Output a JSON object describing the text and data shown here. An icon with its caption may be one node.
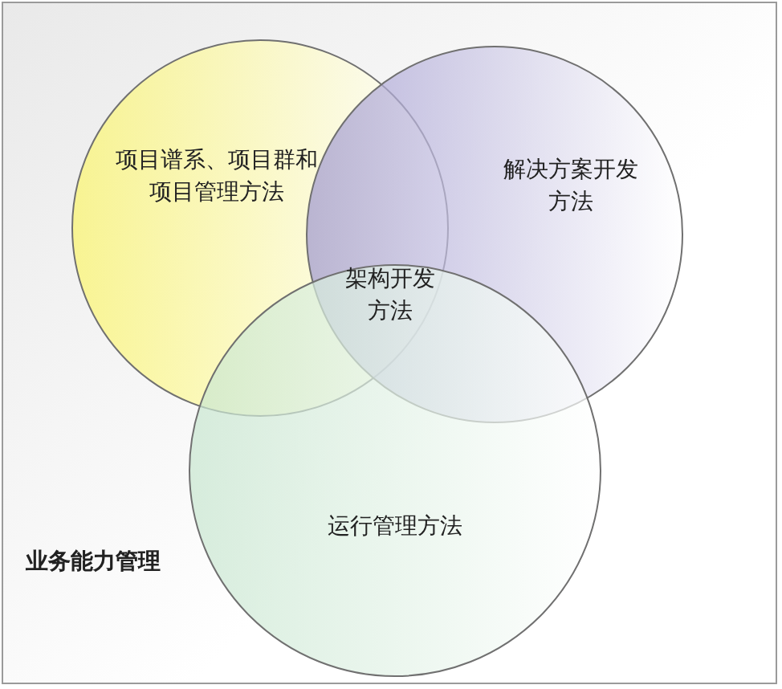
{
  "diagram": {
    "nodes": [
      {
        "text": [
          "业务能力管理"
        ]
      },
      {
        "text": [
          "项目谱系、项目群和项目管理方法"
        ],
        "in": 0
      },
      {
        "text": [
          "解决方案开发方法"
        ],
        "in": 0
      },
      {
        "text": [
          "运行管理方法"
        ],
        "in": 0
      }
    ],
    "edges": [],
    "labels": [
      "架构开发方法"
    ]
  }
}
